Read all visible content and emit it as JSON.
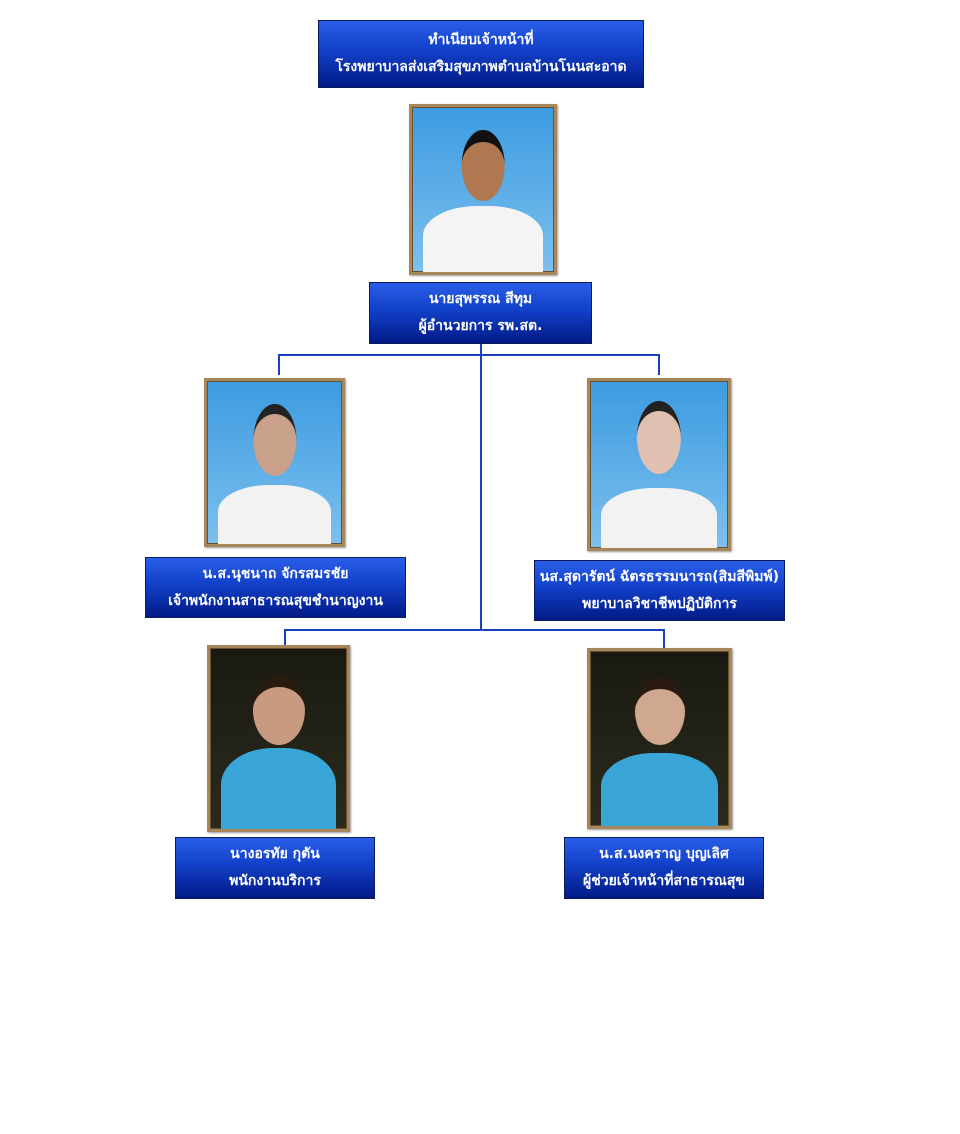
{
  "header": {
    "title_line1": "ทำเนียบเจ้าหน้าที่",
    "title_line2": "โรงพยาบาลส่งเสริมสุขภาพตำบลบ้านโนนสะอาด"
  },
  "staff": [
    {
      "name": "นายสุพรรณ  สีทุม",
      "position": "ผู้อำนวยการ รพ.สต."
    },
    {
      "name": "น.ส.นุชนาถ  จักรสมรชัย",
      "position": "เจ้าพนักงานสาธารณสุขชำนาญงาน"
    },
    {
      "name": "นส.สุดารัตน์ ฉัตรธรรมนารถ(สิมสีพิมพ์)",
      "position": "พยาบาลวิชาชีพปฏิบัติการ"
    },
    {
      "name": "นางอรทัย  กุตัน",
      "position": "พนักงานบริการ"
    },
    {
      "name": "น.ส.นงคราญ  บุญเลิศ",
      "position": "ผู้ช่วยเจ้าหน้าที่สาธารณสุข"
    }
  ],
  "colors": {
    "box_top": "#2a5ee8",
    "box_bottom": "#021a86",
    "connector": "#1a3fc0",
    "frame": "#a8865c"
  }
}
